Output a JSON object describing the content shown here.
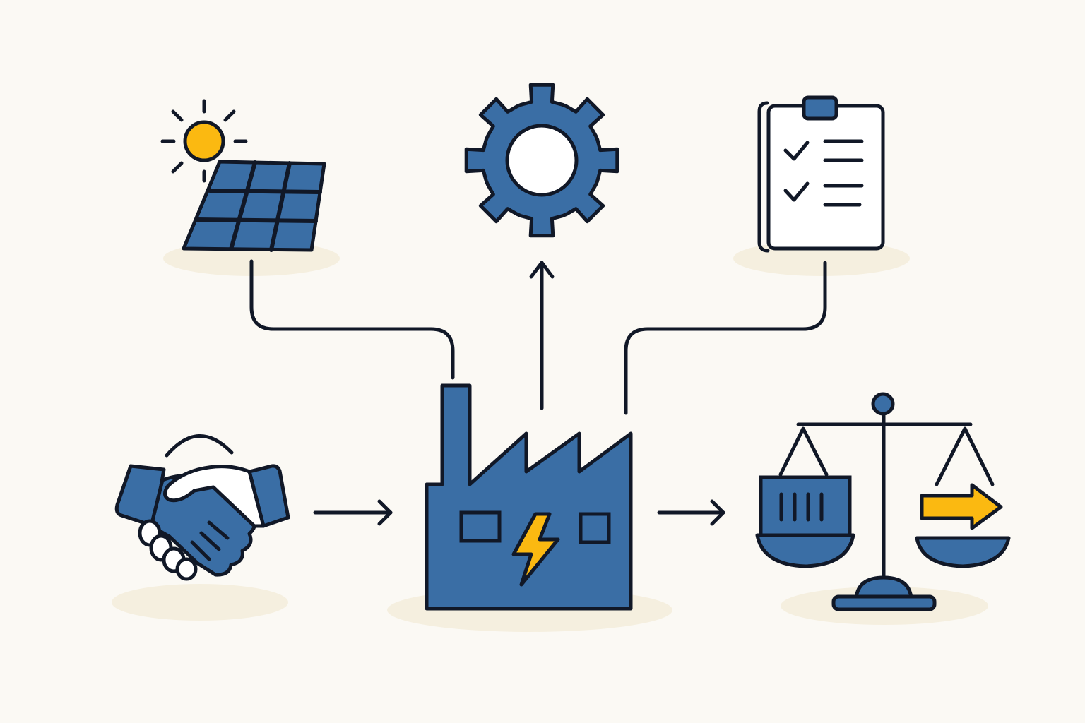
{
  "colors": {
    "background": "#fbf9f4",
    "ink": "#111827",
    "primary_blue": "#3a6ea5",
    "accent_yellow": "#fbb911",
    "shadow": "#f5efdf",
    "white": "#ffffff"
  },
  "nodes": [
    {
      "id": "solar-panel",
      "icon": "solar-panel-icon"
    },
    {
      "id": "gear",
      "icon": "gear-icon"
    },
    {
      "id": "checklist",
      "icon": "clipboard-checklist-icon"
    },
    {
      "id": "handshake",
      "icon": "handshake-icon"
    },
    {
      "id": "factory",
      "icon": "factory-icon"
    },
    {
      "id": "balance-scale",
      "icon": "balance-scale-icon"
    }
  ],
  "edges": [
    {
      "from": "solar-panel",
      "to": "factory",
      "style": "line"
    },
    {
      "from": "factory",
      "to": "gear",
      "style": "arrow"
    },
    {
      "from": "checklist",
      "to": "factory",
      "style": "line"
    },
    {
      "from": "handshake",
      "to": "factory",
      "style": "arrow"
    },
    {
      "from": "factory",
      "to": "balance-scale",
      "style": "arrow"
    }
  ]
}
